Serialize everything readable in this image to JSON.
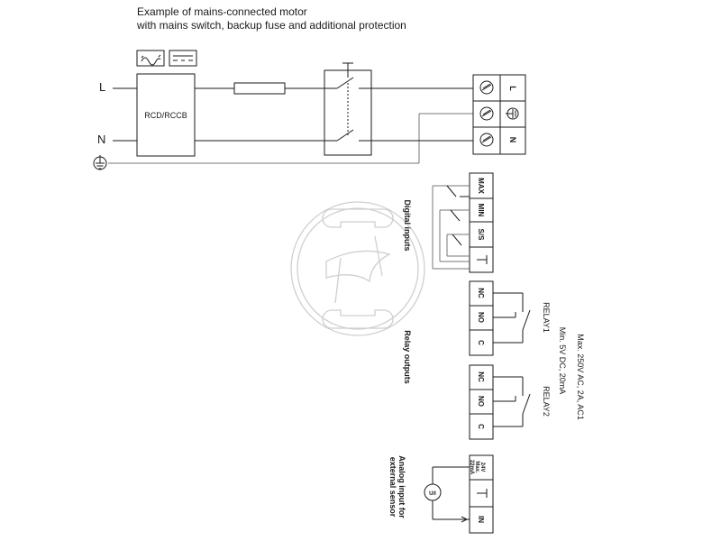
{
  "title": {
    "line1": "Example of mains-connected motor",
    "line2": "with mains switch, backup fuse and additional protection"
  },
  "mains": {
    "line_label": "L",
    "neutral_label": "N",
    "rcd_label": "RCD/RCCB",
    "terminal_labels": [
      "L",
      "N"
    ]
  },
  "digital_inputs": {
    "caption": "Digital inputs",
    "terminals": [
      "MAX",
      "MIN",
      "S/S"
    ]
  },
  "relay_outputs": {
    "caption": "Relay outputs",
    "relay1": {
      "name": "RELAY1",
      "terminals": [
        "NC",
        "NO",
        "C"
      ]
    },
    "relay2": {
      "name": "RELAY2",
      "terminals": [
        "NC",
        "NO",
        "C"
      ]
    },
    "rating_line1": "Max. 250V AC, 2A, AC1",
    "rating_line2": "Min. 5V DC, 20mA"
  },
  "analog_input": {
    "caption_line1": "Analog input for",
    "caption_line2": "external sensor",
    "header_line1": "24V",
    "header_line2": "Max.",
    "header_line3": "22mA",
    "sensor_label": "U/I",
    "terminal_in": "IN"
  }
}
